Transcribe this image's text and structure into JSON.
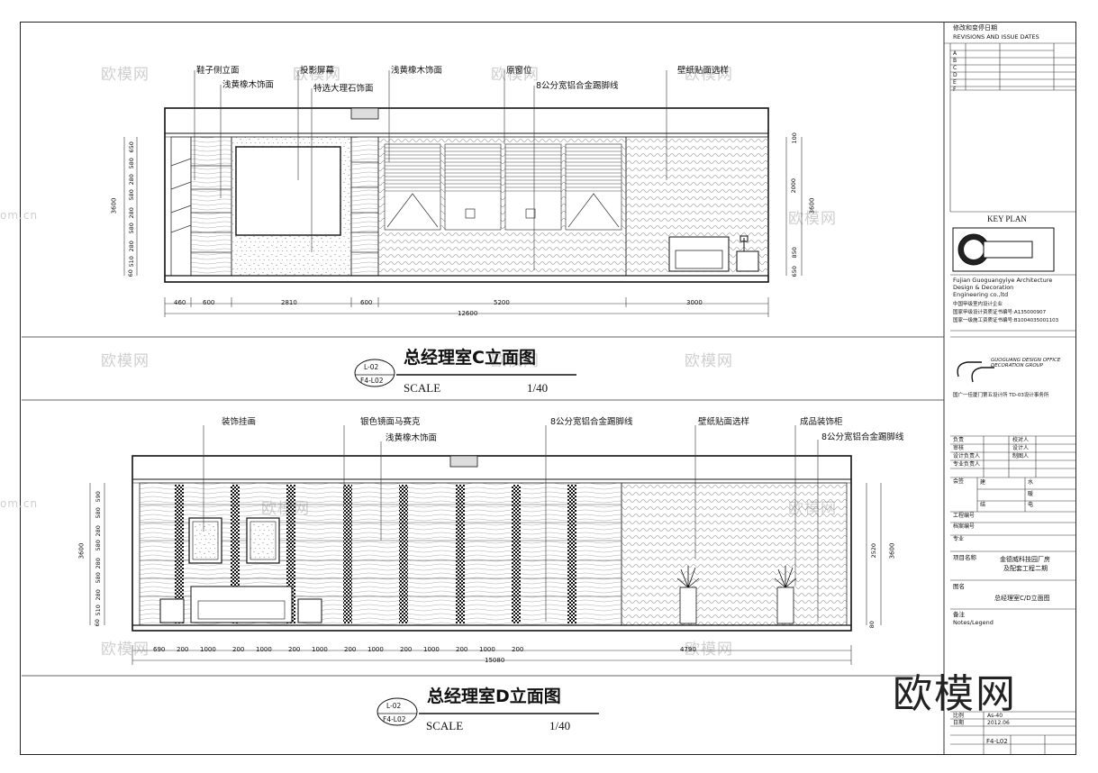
{
  "watermark": {
    "text": "欧模网",
    "text_big": "欧模网",
    "domain_fragment": "om.cn"
  },
  "elevation_c": {
    "title": "总经理室C立面图",
    "tag_top": "L-02",
    "tag_bottom": "F4-L02",
    "scale_label": "SCALE",
    "scale_value": "1/40",
    "callouts": [
      "鞋子侧立面",
      "浅黄橡木饰面",
      "投影屏幕",
      "特选大理石饰面",
      "浅黄橡木饰面",
      "原窗位",
      "8公分宽铝合金踢脚线",
      "壁纸贴面选样"
    ],
    "dims_bottom": [
      "460",
      "600",
      "2810",
      "600",
      "5200",
      "3000"
    ],
    "dim_total": "12600",
    "dims_left": [
      "3600",
      "60",
      "510",
      "280",
      "580",
      "280",
      "580",
      "280",
      "580",
      "650"
    ],
    "dims_right": [
      "3600",
      "100",
      "2000",
      "850",
      "650"
    ]
  },
  "elevation_d": {
    "title": "总经理室D立面图",
    "tag_top": "L-02",
    "tag_bottom": "F4-L02",
    "scale_label": "SCALE",
    "scale_value": "1/40",
    "callouts": [
      "装饰挂画",
      "银色镜面马赛克",
      "浅黄橡木饰面",
      "8公分宽铝合金踢脚线",
      "壁纸贴面选样",
      "成品装饰柜",
      "8公分宽铝合金踢脚线"
    ],
    "dims_bottom": [
      "690",
      "200",
      "1000",
      "200",
      "1000",
      "200",
      "1000",
      "200",
      "1000",
      "200",
      "1000",
      "200",
      "1000",
      "200",
      "4790"
    ],
    "dim_total": "15080",
    "dims_left": [
      "3600",
      "60",
      "510",
      "280",
      "580",
      "280",
      "580",
      "280",
      "580",
      "590"
    ],
    "dims_right": [
      "3600",
      "2520",
      "80"
    ]
  },
  "title_block": {
    "revisions_cn": "修改和变停日期",
    "revisions_en": "REVISIONS AND ISSUE DATES",
    "rev_rows": [
      "A",
      "B",
      "C",
      "D",
      "E",
      "F"
    ],
    "key_plan": "KEY PLAN",
    "company_en_1": "Fujian Guoguangyiye Architecture",
    "company_en_2": "Design & Decoration",
    "company_en_3": "Engineering co.,ltd",
    "cert_1": "中国甲级室内设计企业",
    "cert_2": "国家甲级设计资质证书编号:A135000907",
    "cert_3": "国家一级施工资质证书编号:B1004035001103",
    "group_name": "GUOGUANG DESIGN OFFICE DECORATION GROUP",
    "office_line": "国广一佳厦门第五设计所  TD-03设计事务所",
    "project_label": "项目名称",
    "project_name_1": "金德威科技园厂房",
    "project_name_2": "及配套工程二期",
    "drawing_label": "图名",
    "drawing_name": "总经理室C/D立面图",
    "notes_label": "备注",
    "notes_en": "Notes/Legend",
    "scale_label": "比例",
    "scale_value": "As-40",
    "date_label": "日期",
    "date_value": "2012.06",
    "sheet_no": "F4-L02",
    "rows": [
      "负责",
      "审核",
      "设计负责人",
      "专业负责人",
      "会签",
      "工程编号",
      "档案编号",
      "专业"
    ],
    "rows_right": [
      "校对人",
      "设计人",
      "制图人"
    ],
    "trades": [
      "建",
      "结",
      "水",
      "电",
      "暖"
    ]
  }
}
